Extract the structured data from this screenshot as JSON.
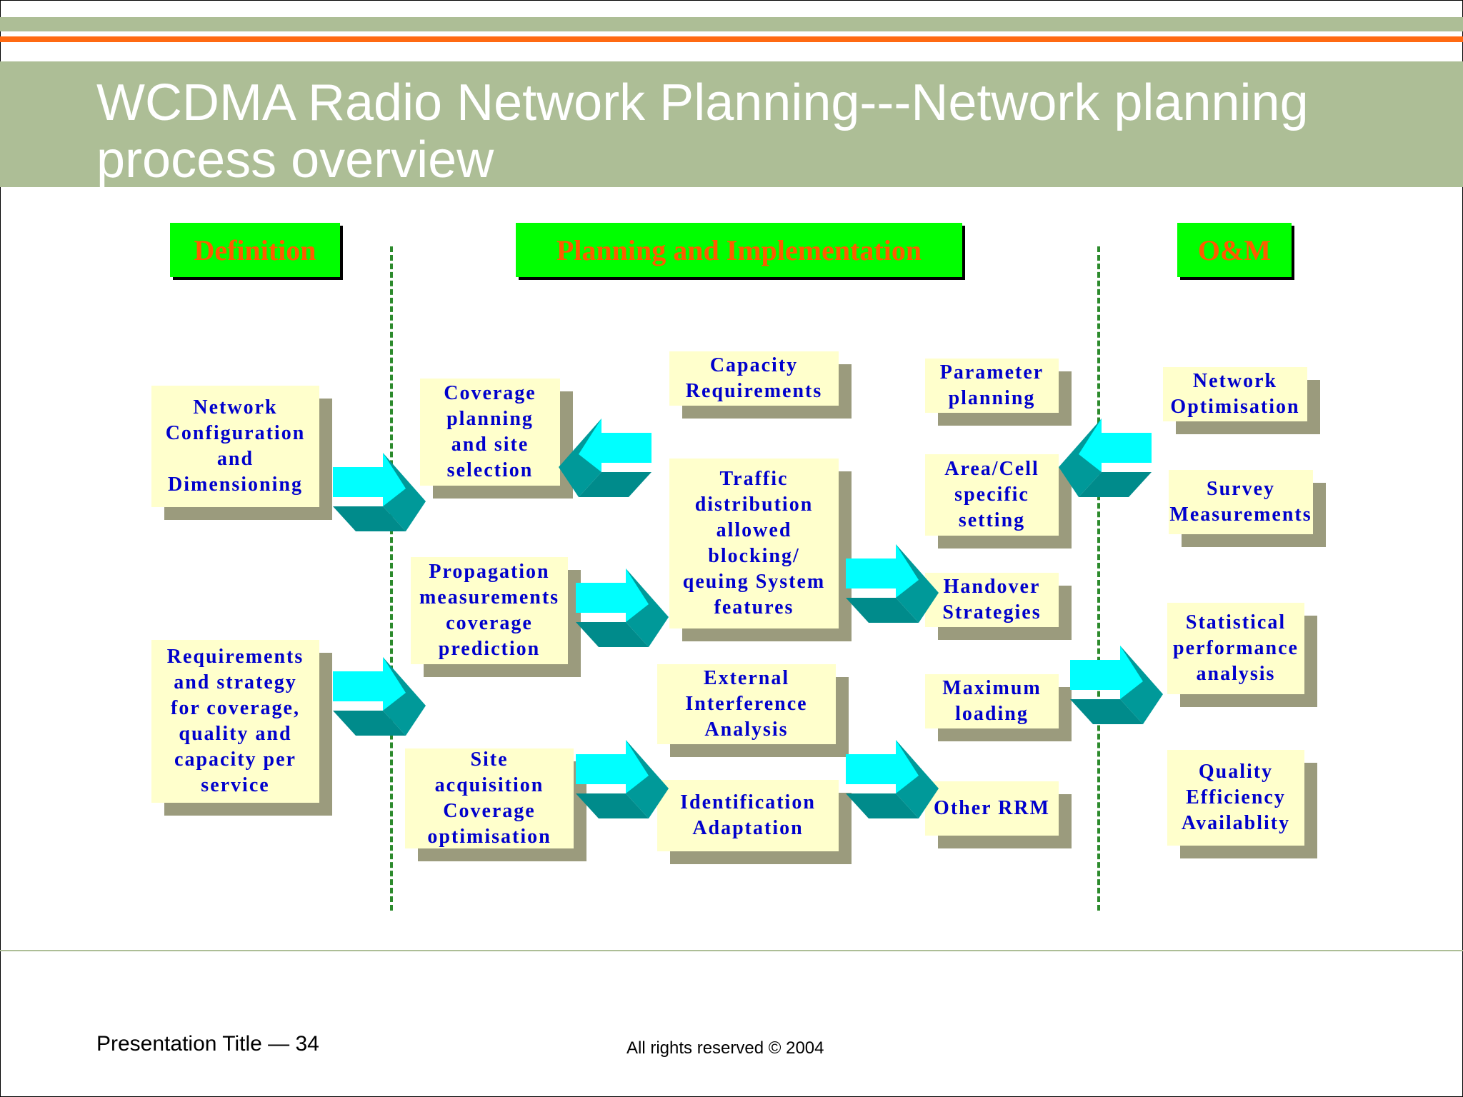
{
  "slide": {
    "title": "WCDMA Radio Network Planning---Network planning process overview",
    "footer_left": "Presentation Title — 34",
    "footer_center": "All rights reserved © 2004"
  },
  "colors": {
    "band": "#adbe96",
    "accent_orange": "#ff6a13",
    "header_fill": "#00ff00",
    "header_text": "#ff5a00",
    "box_fill": "#ffffcc",
    "box_text": "#0000cc",
    "box_shadow": "#9b9b7d",
    "arrow_light": "#00ffff",
    "arrow_dark": "#009999"
  },
  "headers": {
    "definition": "Definition",
    "planning": "Planning and Implementation",
    "om": "O&M"
  },
  "boxes": {
    "network_config": "Network\nConfiguration\nand\nDimensioning",
    "requirements": "Requirements\nand strategy\nfor coverage,\nquality and\ncapacity per\nservice",
    "coverage_planning": "Coverage\nplanning\nand site\nselection",
    "propagation": "Propagation\nmeasurements\ncoverage\nprediction",
    "site_acquisition": "Site\nacquisition\nCoverage\noptimisation",
    "capacity": "Capacity\nRequirements",
    "traffic": "Traffic\ndistribution\nallowed\nblocking/\nqeuing System\nfeatures",
    "external": "External\nInterference\nAnalysis",
    "identification": "Identification\nAdaptation",
    "parameter": "Parameter\nplanning",
    "area_cell": "Area/Cell\nspecific\nsetting",
    "handover": "Handover\nStrategies",
    "max_loading": "Maximum\nloading",
    "other_rrm": "Other RRM",
    "network_opt": "Network\nOptimisation",
    "survey": "Survey\nMeasurements",
    "statistical": "Statistical\nperformance\nanalysis",
    "quality": "Quality\nEfficiency\nAvailablity"
  },
  "icons": [
    "block-arrow-right-icon",
    "block-arrow-left-icon"
  ]
}
